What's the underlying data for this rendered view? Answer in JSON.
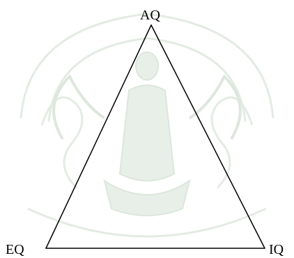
{
  "diagram": {
    "vertices": {
      "top": "AQ",
      "bottom_left": "EQ",
      "bottom_right": "IQ"
    }
  },
  "colors": {
    "line": "#000000",
    "watermark": "#e3ebe3",
    "background": "#ffffff"
  }
}
